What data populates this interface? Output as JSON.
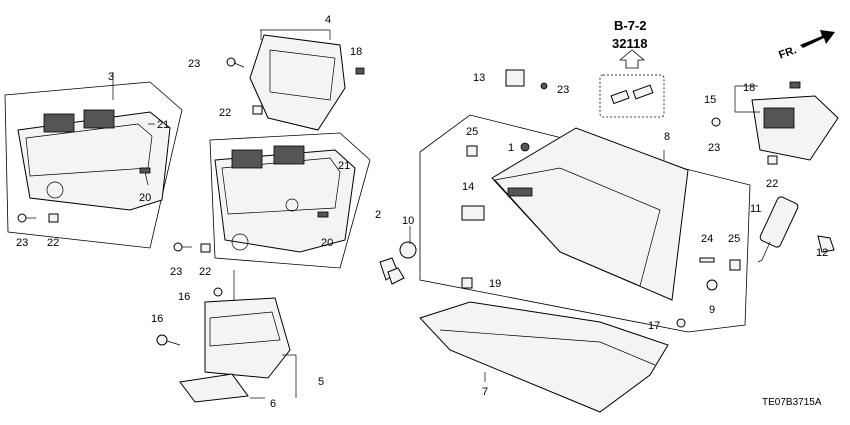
{
  "ref": {
    "page": "B-7-2",
    "group": "32118"
  },
  "direction": "FR.",
  "diagram_code": "TE07B3715A",
  "callouts": [
    "1",
    "2",
    "3",
    "4",
    "5",
    "6",
    "7",
    "8",
    "9",
    "10",
    "11",
    "12",
    "13",
    "14",
    "15",
    "16",
    "16",
    "17",
    "18",
    "18",
    "19",
    "20",
    "20",
    "21",
    "21",
    "22",
    "22",
    "22",
    "22",
    "23",
    "23",
    "23",
    "23",
    "23",
    "24",
    "25",
    "25"
  ]
}
